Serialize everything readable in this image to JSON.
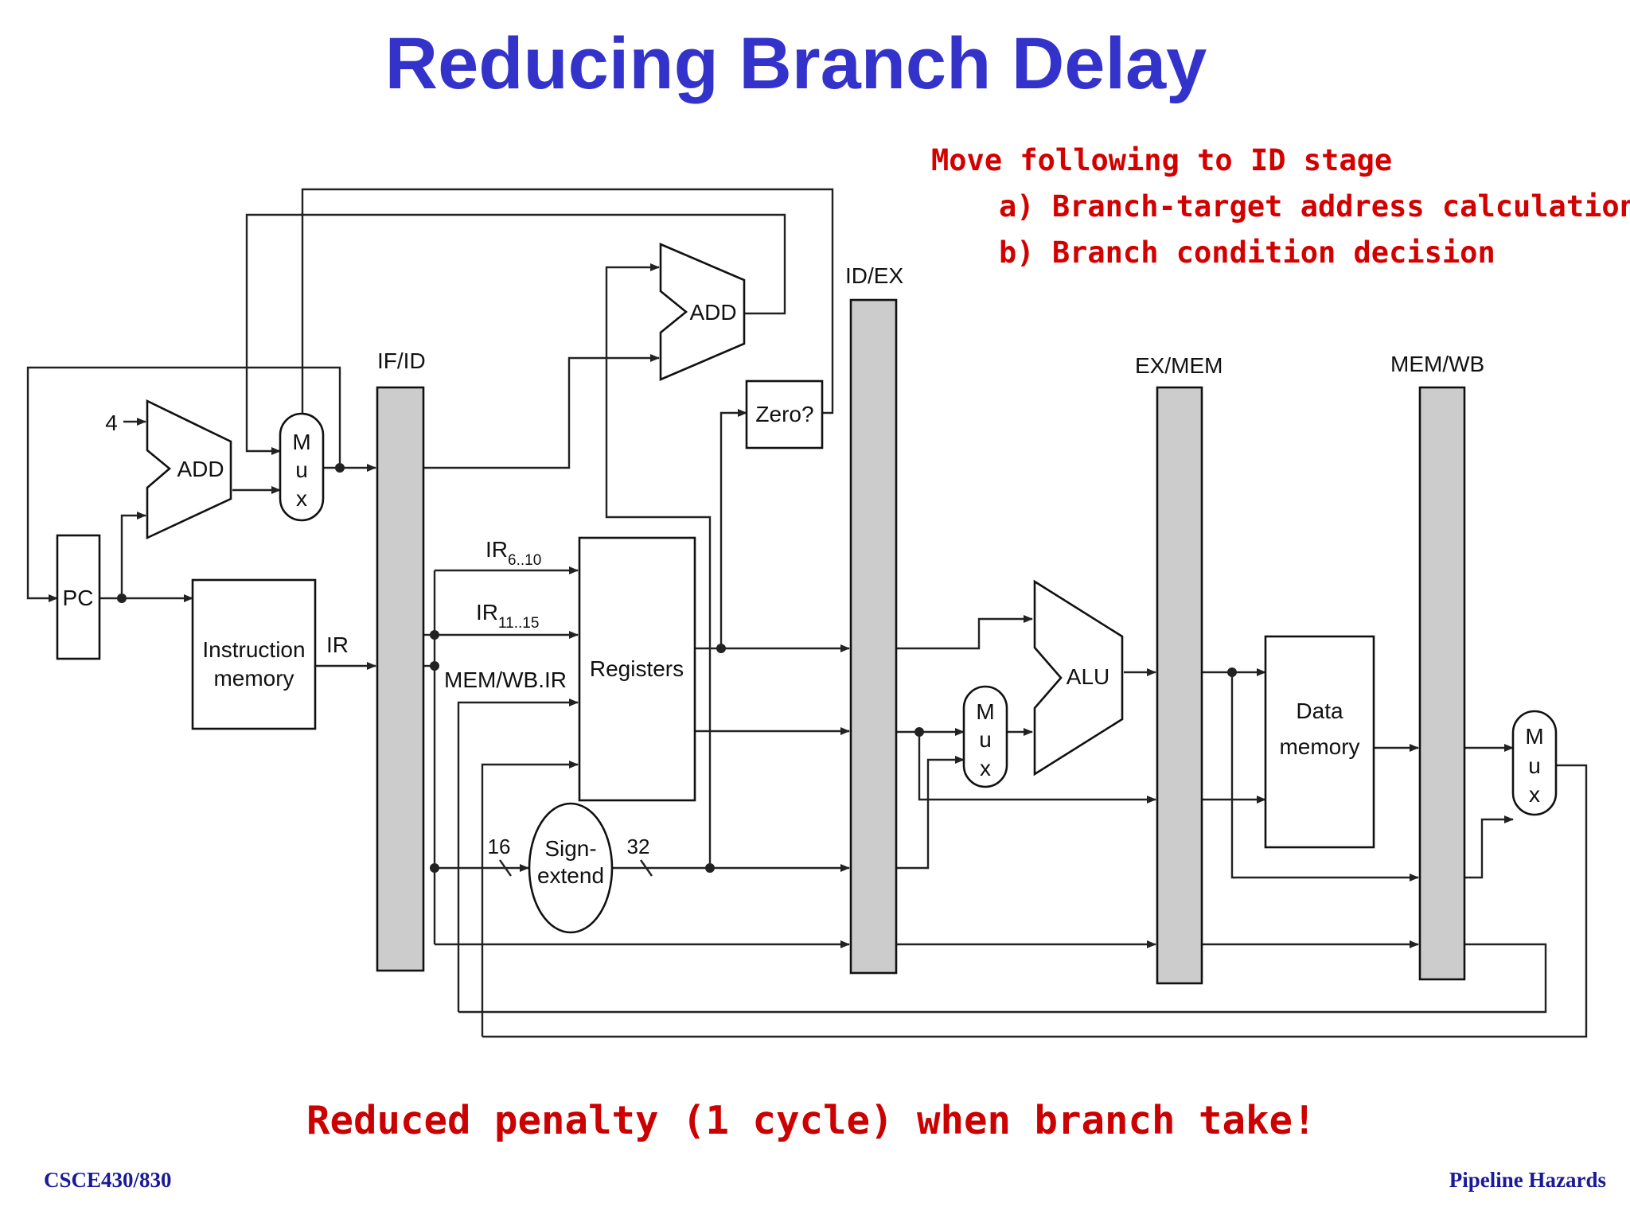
{
  "slide": {
    "title": "Reducing Branch Delay",
    "notes": {
      "heading": "Move following to ID stage",
      "item_a": "a) Branch-target address calculation",
      "item_b": "b) Branch condition decision"
    },
    "bottom_message": "Reduced penalty (1 cycle) when branch take!",
    "footer_left": "CSCE430/830",
    "footer_right": "Pipeline Hazards"
  },
  "diagram": {
    "pipeline_registers": {
      "if_id": "IF/ID",
      "id_ex": "ID/EX",
      "ex_mem": "EX/MEM",
      "mem_wb": "MEM/WB"
    },
    "blocks": {
      "pc": "PC",
      "instruction_memory_line1": "Instruction",
      "instruction_memory_line2": "memory",
      "registers": "Registers",
      "data_memory_line1": "Data",
      "data_memory_line2": "memory",
      "zero_test": "Zero?",
      "sign_extend_line1": "Sign-",
      "sign_extend_line2": "extend",
      "alu": "ALU",
      "pc_adder": "ADD",
      "branch_adder": "ADD",
      "mux_letters": [
        "M",
        "u",
        "x"
      ]
    },
    "labels": {
      "constant_four": "4",
      "ir": "IR",
      "ir_field_1_base": "IR",
      "ir_field_1_sub": "6..10",
      "ir_field_2_base": "IR",
      "ir_field_2_sub": "11..15",
      "mem_wb_ir": "MEM/WB.IR",
      "width_in": "16",
      "width_out": "32"
    },
    "colors": {
      "title": "#3333cc",
      "notes": "#d40000",
      "pipeline_register_fill": "#cccccc",
      "footer": "#1a1a99"
    }
  }
}
